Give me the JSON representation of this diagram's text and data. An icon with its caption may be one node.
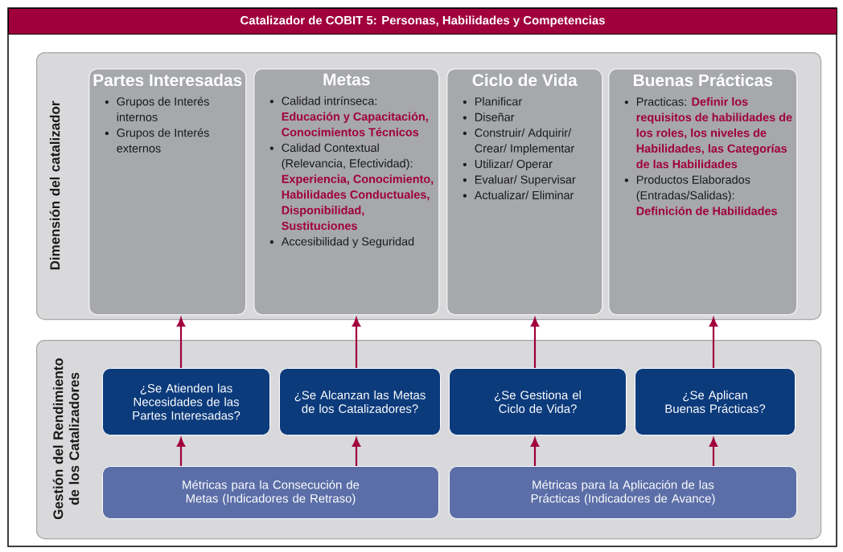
{
  "diagram": {
    "title": "Catalizador de COBIT 5: Personas, Habilidades y Competencias",
    "nodes": [
      {
        "text": [
          "Dimensión del catalizador"
        ]
      },
      {
        "text": [
          "Partes Interesadas",
          "Grupos de Interés internos",
          "Grupos de Interés externos"
        ],
        "in": 0
      },
      {
        "text": [
          "Metas",
          "Calidad intrínseca:",
          "Educación y Capacitación, Conocimientos Técnicos",
          "Calidad Contextual (Relevancia, Efectividad):",
          "Experiencia, Conocimiento, Habilidades Conductuales, Disponibilidad, Sustituciones",
          "Accesibilidad y Seguridad"
        ],
        "in": 0
      },
      {
        "text": [
          "Ciclo de Vida",
          "Planificar",
          "Diseñar",
          "Construir/ Adquirir/ Crear/ Implementar",
          "Utilizar/ Operar",
          "Evaluar/ Supervisar",
          "Actualizar/ Eliminar"
        ],
        "in": 0
      },
      {
        "text": [
          "Buenas Prácticas",
          "Practicas:",
          "Definir los requisitos de habilidades de los roles, los niveles de Habilidades, las Categorías de las Habilidades",
          "Productos Elaborados (Entradas/Salidas):",
          "Definición de Habilidades"
        ],
        "in": 0
      },
      {
        "text": [
          "Gestión del Rendimiento de los Catalizadores"
        ]
      },
      {
        "text": [
          "¿Se Atienden las Necesidades de las Partes Interesadas?"
        ],
        "in": 5
      },
      {
        "text": [
          "¿Se Alcanzan las Metas de los Catalizadores?"
        ],
        "in": 5
      },
      {
        "text": [
          "¿Se Gestiona el Ciclo de Vida?"
        ],
        "in": 5
      },
      {
        "text": [
          "¿Se Aplican Buenas Prácticas?"
        ],
        "in": 5
      },
      {
        "text": [
          "Métricas para la Consecución de Metas (Indicadores de Retraso)"
        ],
        "in": 5
      },
      {
        "text": [
          "Métricas para la Aplicación de las Prácticas (Indicadores de Avance)"
        ],
        "in": 5
      }
    ],
    "edges": [
      {
        "from": 6,
        "to": 1,
        "arrow": "to"
      },
      {
        "from": 7,
        "to": 2,
        "arrow": "to"
      },
      {
        "from": 8,
        "to": 3,
        "arrow": "to"
      },
      {
        "from": 9,
        "to": 4,
        "arrow": "to"
      },
      {
        "from": 10,
        "to": 6,
        "arrow": "to"
      },
      {
        "from": 10,
        "to": 7,
        "arrow": "to"
      },
      {
        "from": 11,
        "to": 8,
        "arrow": "to"
      },
      {
        "from": 11,
        "to": 9,
        "arrow": "to"
      }
    ]
  }
}
